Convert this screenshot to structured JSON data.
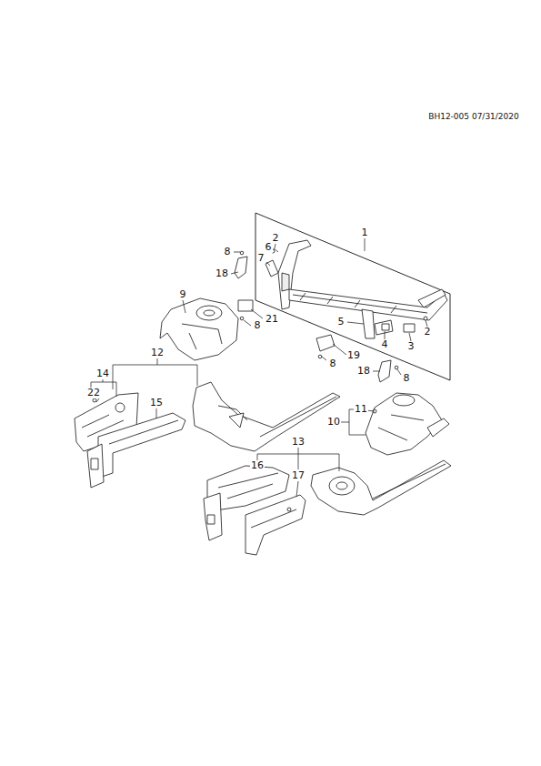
{
  "diagram": {
    "labels": [
      "BH12-005 07/31/2020",
      "1",
      "8",
      "2",
      "6",
      "7",
      "18",
      "9",
      "21",
      "8",
      "5",
      "4",
      "3",
      "2",
      "12",
      "19",
      "8",
      "14",
      "18",
      "8",
      "22",
      "15",
      "11",
      "10",
      "13",
      "16",
      "17"
    ]
  }
}
